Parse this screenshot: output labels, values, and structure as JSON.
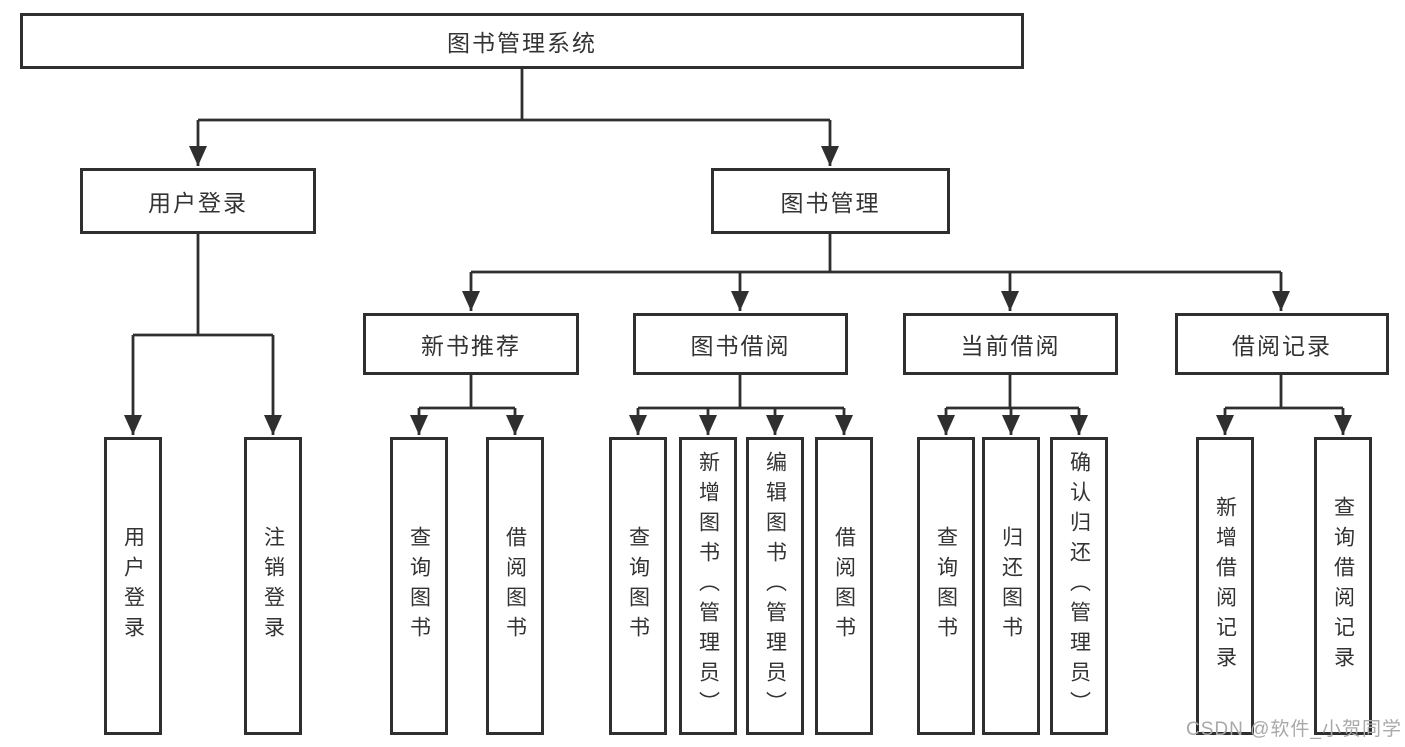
{
  "nodes": {
    "root": "图书管理系统",
    "user_login": "用户登录",
    "book_mgmt": "图书管理",
    "new_book_rec": "新书推荐",
    "book_borrow": "图书借阅",
    "current_borrow": "当前借阅",
    "borrow_record": "借阅记录",
    "leaf_user_login": "用户登录",
    "leaf_logout": "注销登录",
    "leaf_rec_query_book": "查询图书",
    "leaf_rec_borrow_book": "借阅图书",
    "leaf_bor_query_book": "查询图书",
    "leaf_bor_add_book": "新增图书（管理员）",
    "leaf_bor_edit_book": "编辑图书（管理员）",
    "leaf_bor_borrow_book": "借阅图书",
    "leaf_cur_query_book": "查询图书",
    "leaf_cur_return_book": "归还图书",
    "leaf_cur_confirm_return": "确认归还（管理员）",
    "leaf_log_add_record": "新增借阅记录",
    "leaf_log_query_record": "查询借阅记录"
  },
  "hierarchy": {
    "图书管理系统": {
      "用户登录": [
        "用户登录",
        "注销登录"
      ],
      "图书管理": {
        "新书推荐": [
          "查询图书",
          "借阅图书"
        ],
        "图书借阅": [
          "查询图书",
          "新增图书（管理员）",
          "编辑图书（管理员）",
          "借阅图书"
        ],
        "当前借阅": [
          "查询图书",
          "归还图书",
          "确认归还（管理员）"
        ],
        "借阅记录": [
          "新增借阅记录",
          "查询借阅记录"
        ]
      }
    }
  },
  "watermark": {
    "text": "CSDN @软件_小贺同学"
  },
  "colors": {
    "line": "#2f2f2f",
    "text": "#333333",
    "watermark": "#a9a9a9",
    "background": "#ffffff"
  }
}
